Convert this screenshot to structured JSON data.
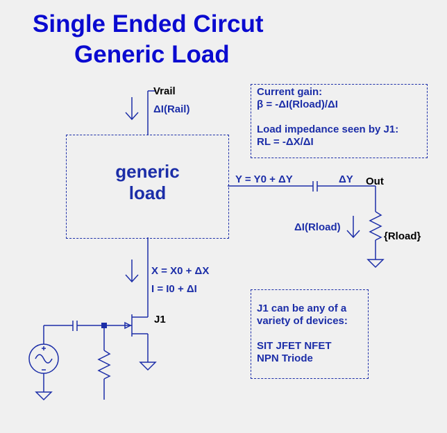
{
  "title": {
    "line1": "Single Ended Circut",
    "line2": "Generic Load"
  },
  "labels": {
    "vrail": "Vrail",
    "di_rail": "ΔI(Rail)",
    "load_line1": "generic",
    "load_line2": "load",
    "y_eq": "Y = Y0 + ΔY",
    "dy": "ΔY",
    "out": "Out",
    "di_rload": "ΔI(Rload)",
    "rload": "{Rload}",
    "x_eq": "X = X0 + ΔX",
    "i_eq": "I = I0 + ΔI",
    "j1": "J1"
  },
  "note_gain": {
    "line1": "Current gain:",
    "line2": "β = -ΔI(Rload)/ΔI",
    "line3": "Load impedance seen by J1:",
    "line4": "RL = -ΔX/ΔI"
  },
  "note_j1": {
    "line1": "J1 can be any of a",
    "line2": "variety of devices:",
    "line3": "SIT JFET NFET",
    "line4": "NPN Triode"
  },
  "colors": {
    "wire": "#1c2ea8",
    "title": "#0a0ad0",
    "background": "#f0f0f0"
  }
}
